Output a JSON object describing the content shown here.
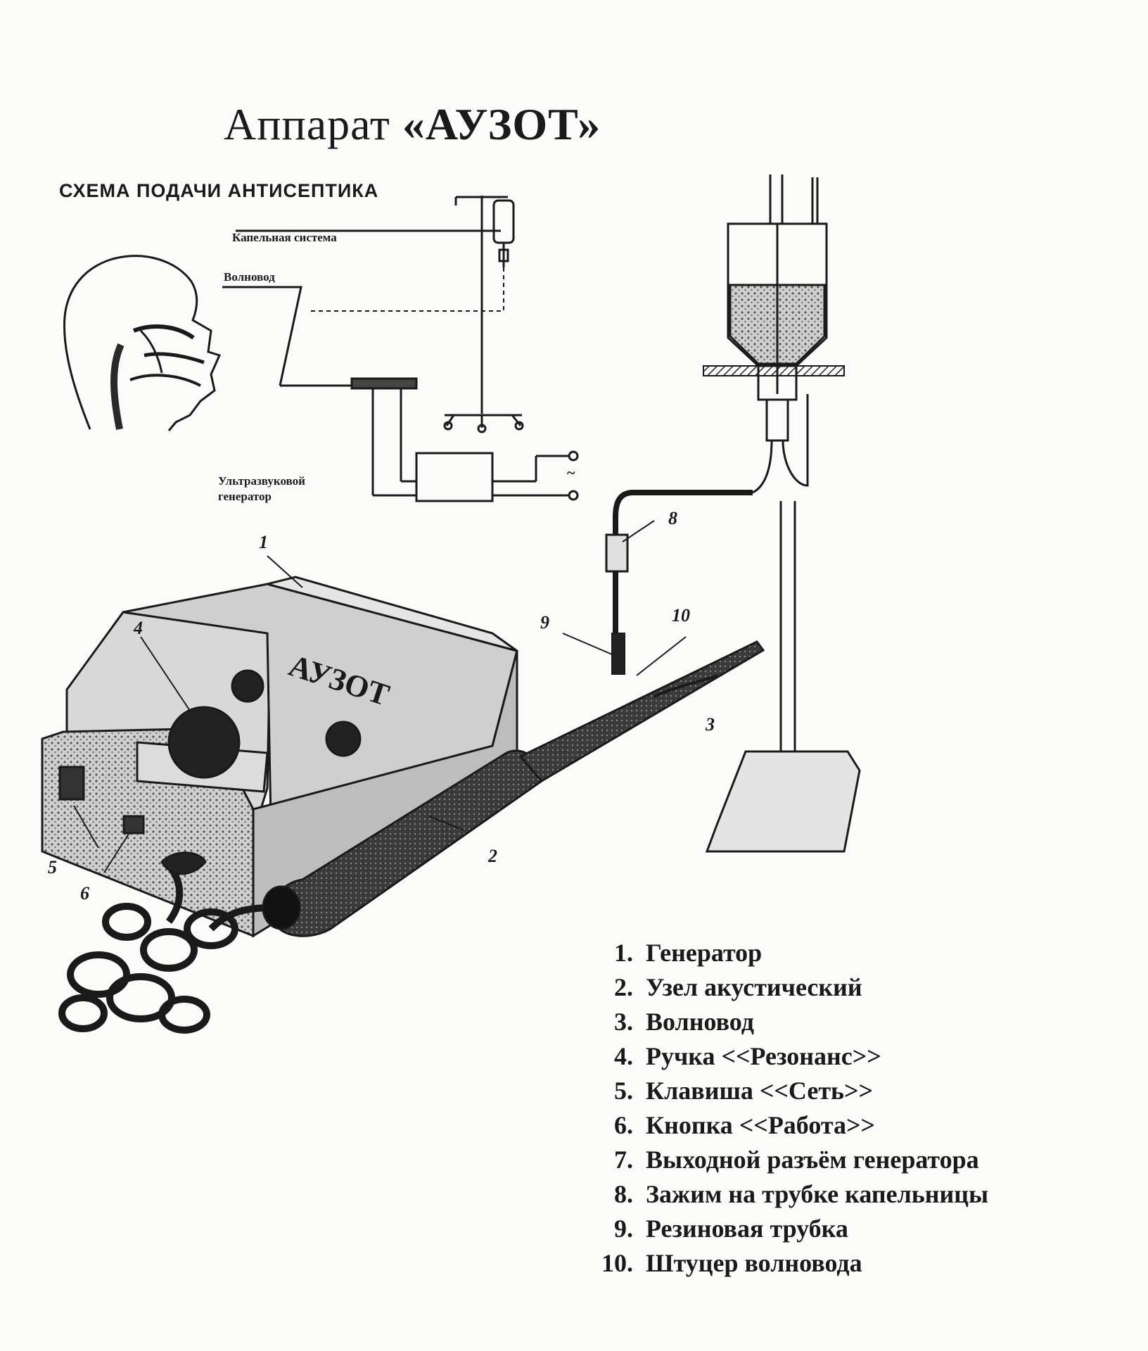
{
  "title": {
    "prefix": "Аппарат ",
    "name": "«АУЗОТ»"
  },
  "scheme": {
    "title": "СХЕМА ПОДАЧИ АНТИСЕПТИКА",
    "labels": {
      "drip": "Капельная система",
      "waveguide": "Волновод",
      "generator_line1": "Ультразвуковой",
      "generator_line2": "генератор"
    },
    "terminal_symbol": "~"
  },
  "device": {
    "panel_text": "АУЗОТ"
  },
  "callouts": [
    "1",
    "2",
    "3",
    "4",
    "5",
    "6",
    "8",
    "9",
    "10"
  ],
  "legend": [
    {
      "n": "1.",
      "text": "Генератор"
    },
    {
      "n": "2.",
      "text": "Узел акустический"
    },
    {
      "n": "3.",
      "text": "Волновод"
    },
    {
      "n": "4.",
      "text": "Ручка <<Резонанс>>"
    },
    {
      "n": "5.",
      "text": "Клавиша <<Сеть>>"
    },
    {
      "n": "6.",
      "text": "Кнопка <<Работа>>"
    },
    {
      "n": "7.",
      "text": "Выходной разъём генератора"
    },
    {
      "n": "8.",
      "text": "Зажим на трубке капельницы"
    },
    {
      "n": "9.",
      "text": "Резиновая трубка"
    },
    {
      "n": "10.",
      "text": "Штуцер волновода"
    }
  ]
}
